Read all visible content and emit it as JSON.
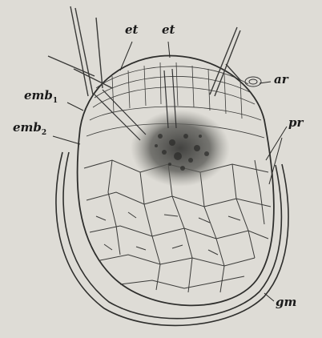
{
  "figure": {
    "background": "#dedcd6",
    "ink": "#2a2a2a",
    "labels": {
      "et_left": "et",
      "et_right": "et",
      "emb1_base": "emb",
      "emb1_sub": "1",
      "emb2_base": "emb",
      "emb2_sub": "2",
      "ar": "ar",
      "pr": "pr",
      "gm": "gm"
    }
  }
}
